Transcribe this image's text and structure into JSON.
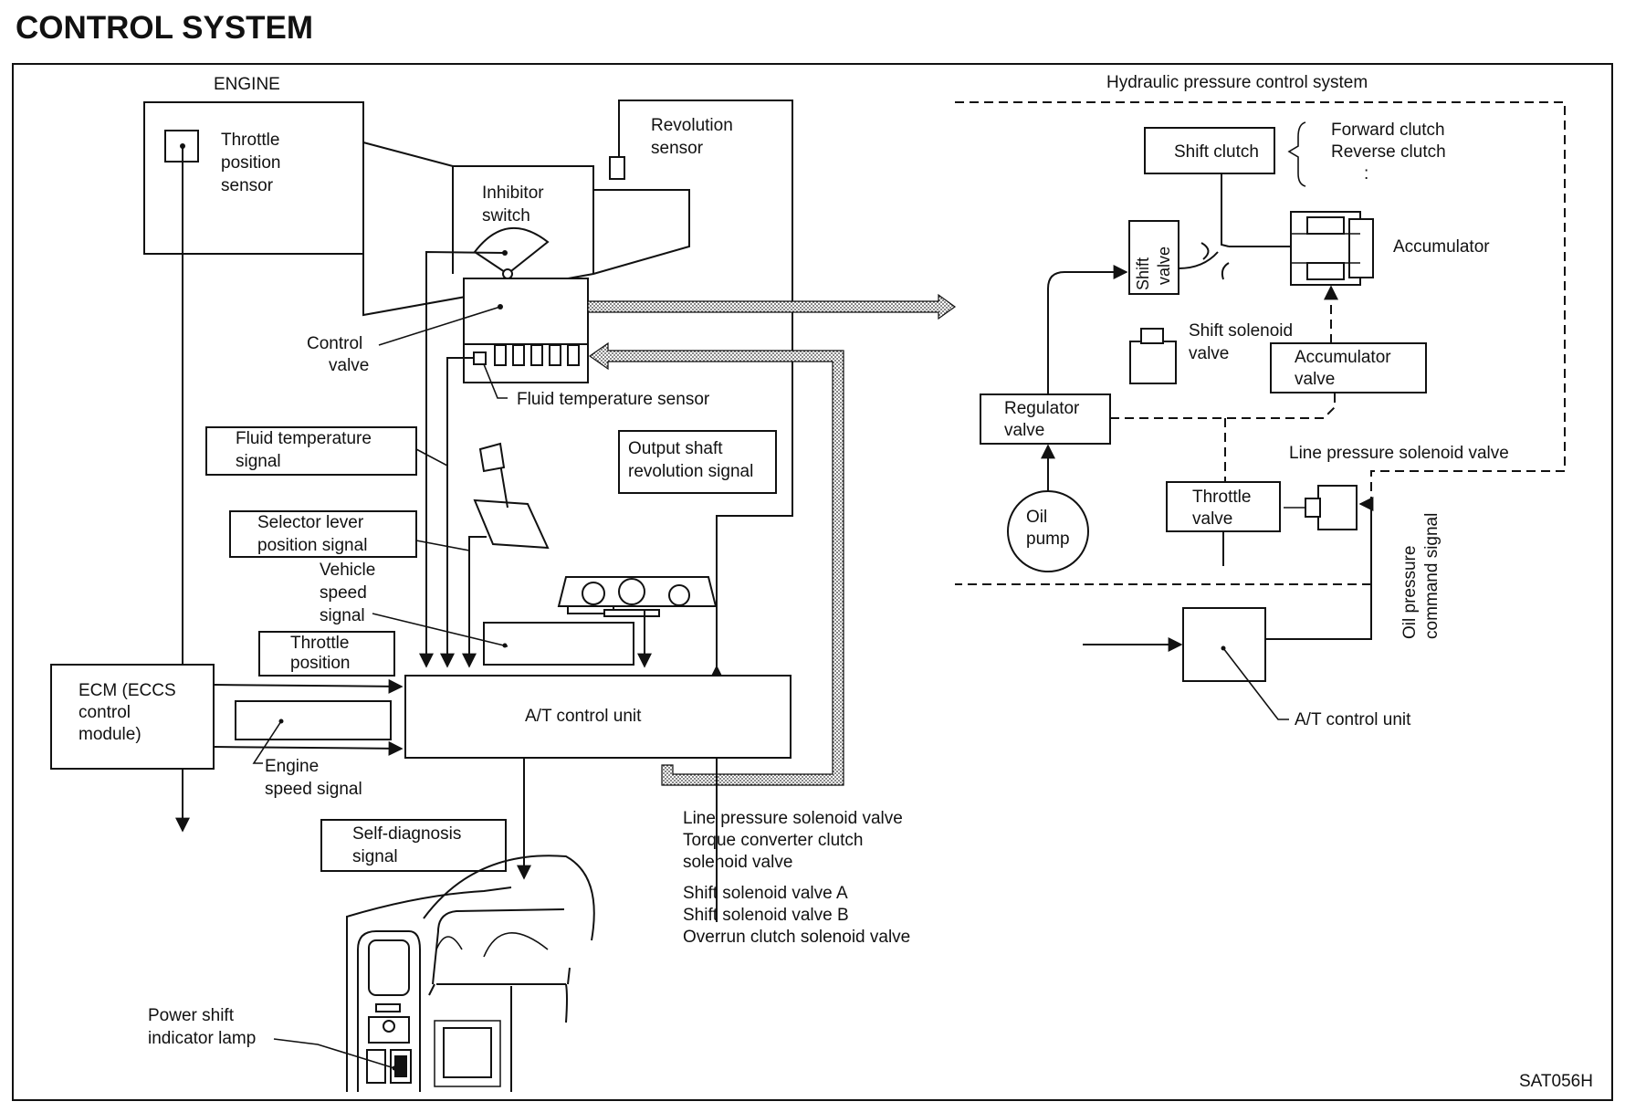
{
  "title": "CONTROL SYSTEM",
  "figure_code": "SAT056H",
  "labels": {
    "engine": "ENGINE",
    "throttle_position_sensor": [
      "Throttle",
      "position",
      "sensor"
    ],
    "revolution_sensor": [
      "Revolution",
      "sensor"
    ],
    "inhibitor_switch": [
      "Inhibitor",
      "switch"
    ],
    "control_valve": [
      "Control",
      "valve"
    ],
    "fluid_temperature_sensor": "Fluid temperature sensor",
    "fluid_temperature_signal": [
      "Fluid temperature",
      "signal"
    ],
    "output_shaft_revolution_signal": [
      "Output shaft",
      "revolution signal"
    ],
    "selector_lever_position_signal": [
      "Selector lever",
      "position signal"
    ],
    "vehicle_speed_signal": [
      "Vehicle",
      "speed",
      "signal"
    ],
    "throttle_position": [
      "Throttle",
      "position"
    ],
    "ecm": [
      "ECM (ECCS",
      "control",
      "module)"
    ],
    "at_control_unit": "A/T control unit",
    "engine_speed_signal": [
      "Engine",
      "speed signal"
    ],
    "self_diagnosis_signal": [
      "Self-diagnosis",
      "signal"
    ],
    "solenoid_list_1": [
      "Line pressure solenoid valve",
      "Torque converter clutch",
      "solenoid valve"
    ],
    "solenoid_list_2": [
      "Shift solenoid valve A",
      "Shift solenoid valve B",
      "Overrun clutch solenoid valve"
    ],
    "power_shift_indicator_lamp": [
      "Power shift",
      "indicator lamp"
    ],
    "hydraulic_pressure_control_system": "Hydraulic pressure control system",
    "shift_clutch": "Shift clutch",
    "clutch_list": [
      "Forward clutch",
      "Reverse clutch",
      ":"
    ],
    "accumulator": "Accumulator",
    "shift_valve": [
      "Shift",
      "valve"
    ],
    "shift_solenoid_valve": [
      "Shift solenoid",
      "valve"
    ],
    "accumulator_valve": [
      "Accumulator",
      "valve"
    ],
    "regulator_valve": [
      "Regulator",
      "valve"
    ],
    "line_pressure_solenoid_valve": "Line pressure solenoid valve",
    "oil_pump": [
      "Oil",
      "pump"
    ],
    "throttle_valve": [
      "Throttle",
      "valve"
    ],
    "oil_pressure_command_signal": [
      "Oil pressure",
      "command signal"
    ],
    "at_control_unit_right": "A/T control unit"
  }
}
